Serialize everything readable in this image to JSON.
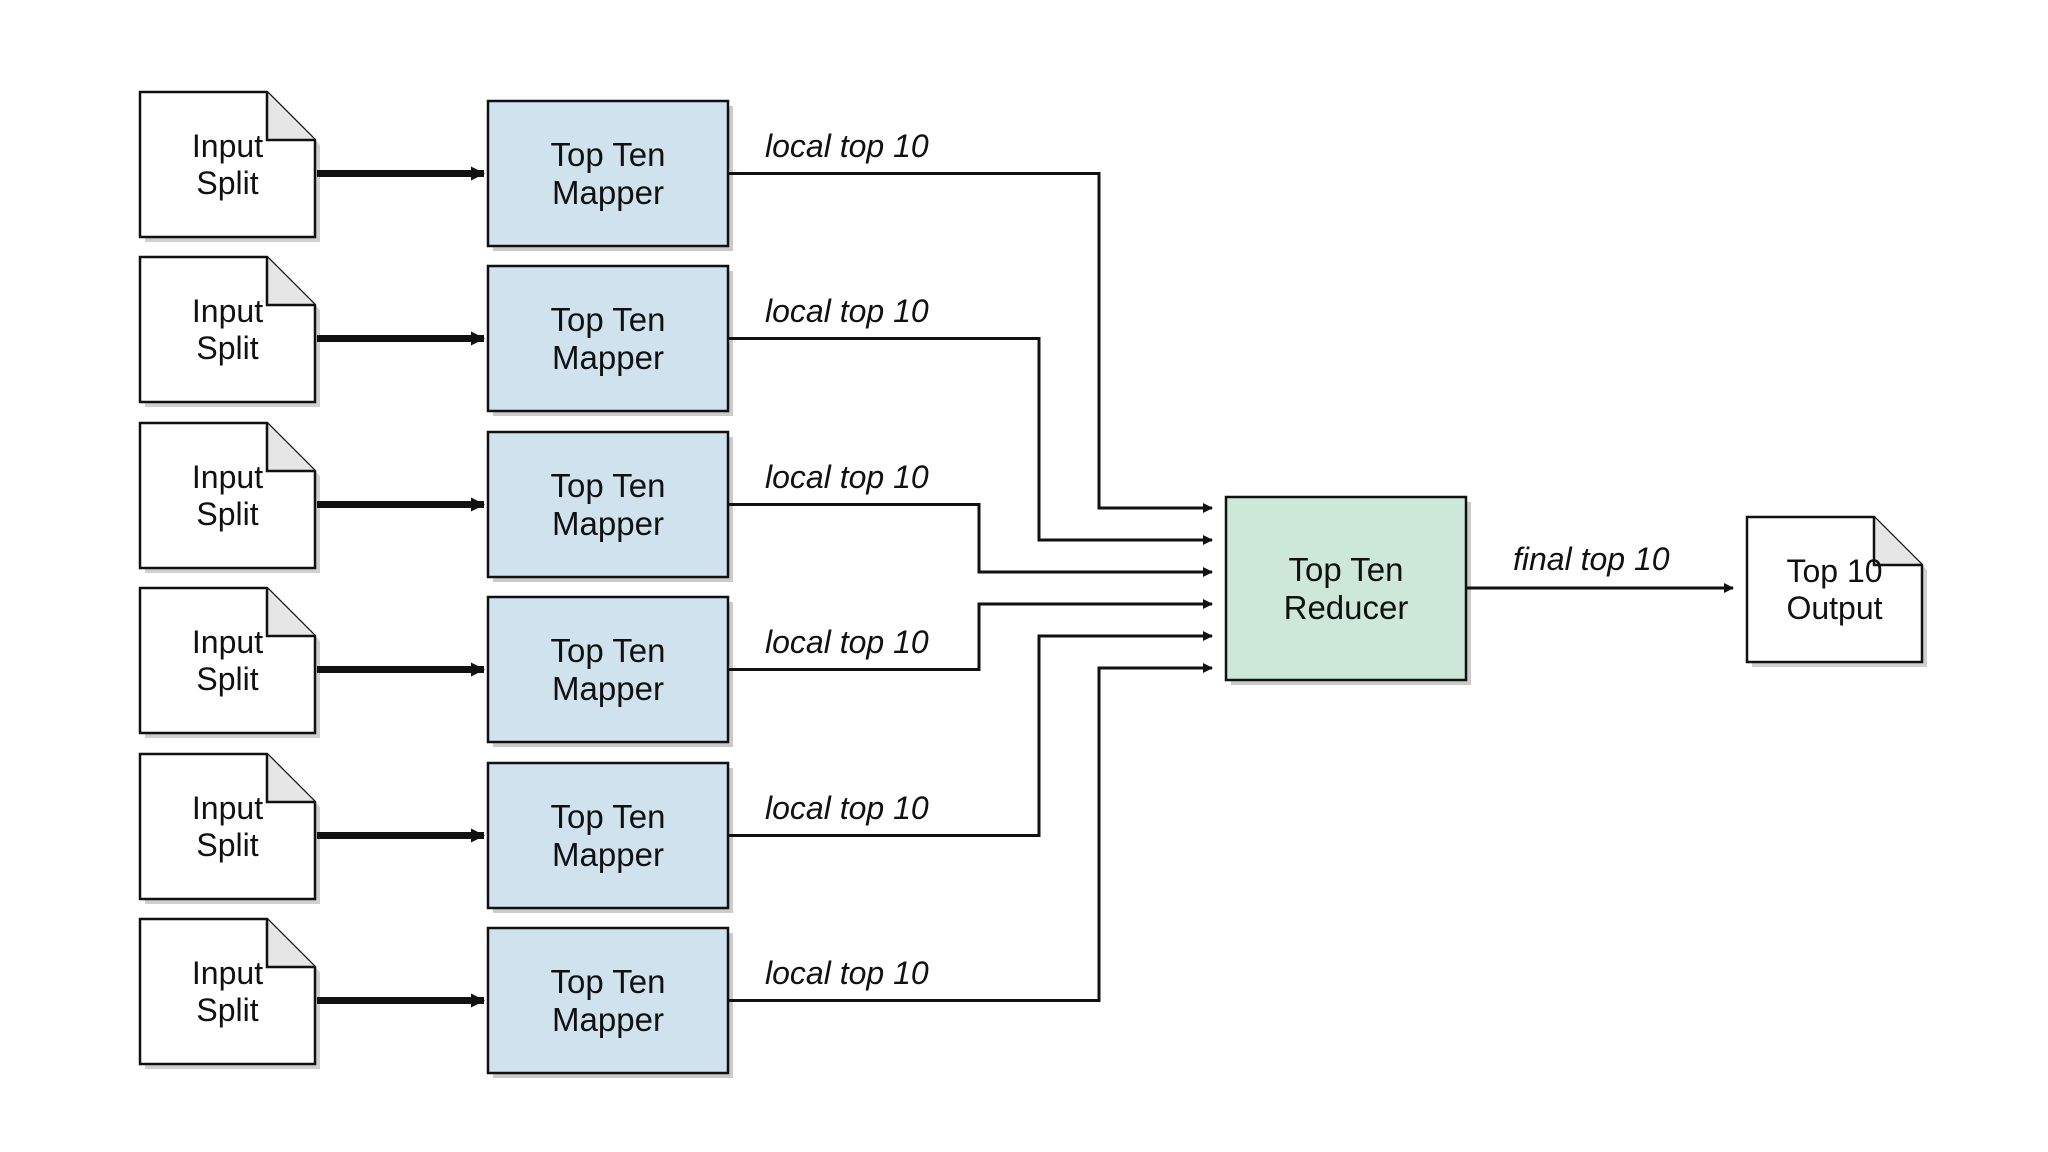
{
  "nodes": {
    "input_split_label": "Input\nSplit",
    "mapper_label": "Top Ten\nMapper",
    "reducer_label": "Top Ten\nReducer",
    "output_label": "Top 10\nOutput"
  },
  "edges": {
    "local_label": "local top 10",
    "final_label": "final top 10"
  },
  "colors": {
    "mapper_fill": "#cfe2ee",
    "reducer_fill": "#cde8d8",
    "stroke": "#111111",
    "paper": "#ffffff"
  }
}
